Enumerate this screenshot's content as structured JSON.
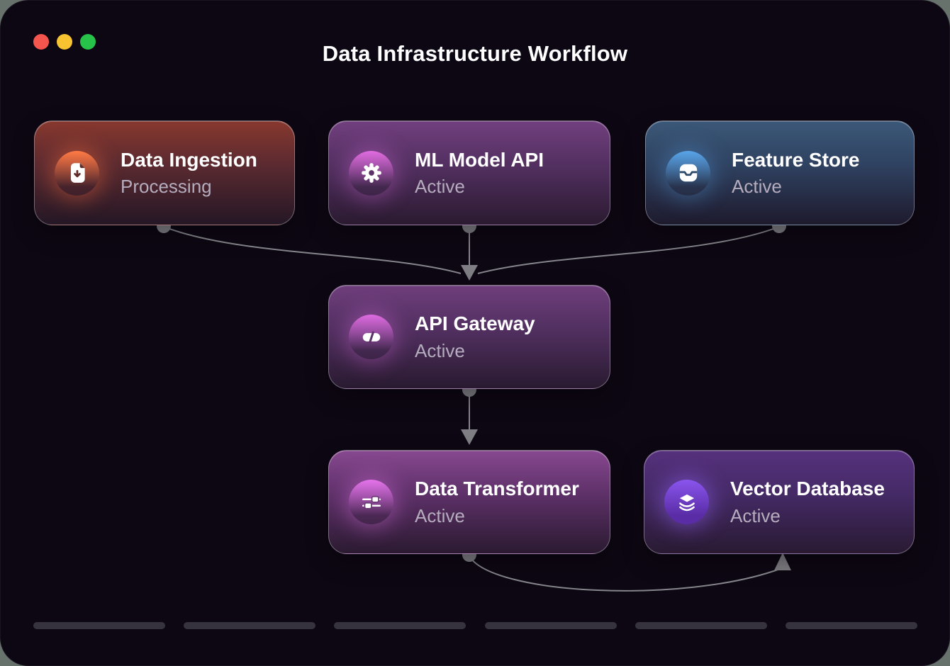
{
  "window": {
    "title": "Data Infrastructure Workflow",
    "background_color": "#0d0713",
    "desktop_color": "#67726d",
    "controls": {
      "close_color": "#f4564d",
      "minimize_color": "#f7c331",
      "zoom_color": "#26c249"
    }
  },
  "nodes": [
    {
      "id": "data-ingestion",
      "title": "Data Ingestion",
      "status": "Processing",
      "icon": "file-download-icon",
      "accent": "#ff7a45",
      "card_gradient": [
        "#87382e",
        "#5b2a30",
        "#241725"
      ],
      "icon_colors": [
        "#ff7a45",
        "rgba(150,45,30,0)",
        "rgba(255,110,60,0.40)"
      ]
    },
    {
      "id": "ml-model-api",
      "title": "ML Model API",
      "status": "Active",
      "icon": "gear-icon",
      "accent": "#e06cdf",
      "card_gradient": [
        "#713f7e",
        "#533061",
        "#2a1a30"
      ],
      "icon_colors": [
        "#e06cdf",
        "rgba(120,50,120,0)",
        "rgba(220,110,225,0.35)"
      ]
    },
    {
      "id": "feature-store",
      "title": "Feature Store",
      "status": "Active",
      "icon": "tray-icon",
      "accent": "#58a4e8",
      "card_gradient": [
        "#3b5878",
        "#2f4261",
        "#1e1a2d"
      ],
      "icon_colors": [
        "#58a4e8",
        "rgba(40,80,140,0)",
        "rgba(90,160,230,0.35)"
      ]
    },
    {
      "id": "api-gateway",
      "title": "API Gateway",
      "status": "Active",
      "icon": "link-icon",
      "accent": "#dd6be0",
      "card_gradient": [
        "#6f3e7c",
        "#523061",
        "#291a30"
      ],
      "icon_colors": [
        "#dd6be0",
        "rgba(120,50,120,0)",
        "rgba(220,110,225,0.35)"
      ]
    },
    {
      "id": "data-transformer",
      "title": "Data Transformer",
      "status": "Active",
      "icon": "sliders-icon",
      "accent": "#e473ea",
      "card_gradient": [
        "#87488f",
        "#5e3169",
        "#2b1a31"
      ],
      "icon_colors": [
        "#e473ea",
        "rgba(130,55,130,0)",
        "rgba(228,115,234,0.38)"
      ]
    },
    {
      "id": "vector-database",
      "title": "Vector Database",
      "status": "Active",
      "icon": "layers-icon",
      "accent": "#8a55ee",
      "card_gradient": [
        "#56317d",
        "#452a66",
        "#291a32"
      ],
      "icon_colors": [
        "#8a55ee",
        "#5a2da6",
        "rgba(150,100,255,0.45)"
      ]
    }
  ],
  "connections": [
    {
      "from": "data-ingestion",
      "to": "api-gateway"
    },
    {
      "from": "ml-model-api",
      "to": "api-gateway"
    },
    {
      "from": "feature-store",
      "to": "api-gateway"
    },
    {
      "from": "api-gateway",
      "to": "data-transformer"
    },
    {
      "from": "data-transformer",
      "to": "vector-database"
    }
  ],
  "edge_style": {
    "line_color": "#85858b",
    "port_color": "#7e7e84"
  },
  "skeleton_bars": {
    "count": 6,
    "color": "#37333e"
  }
}
